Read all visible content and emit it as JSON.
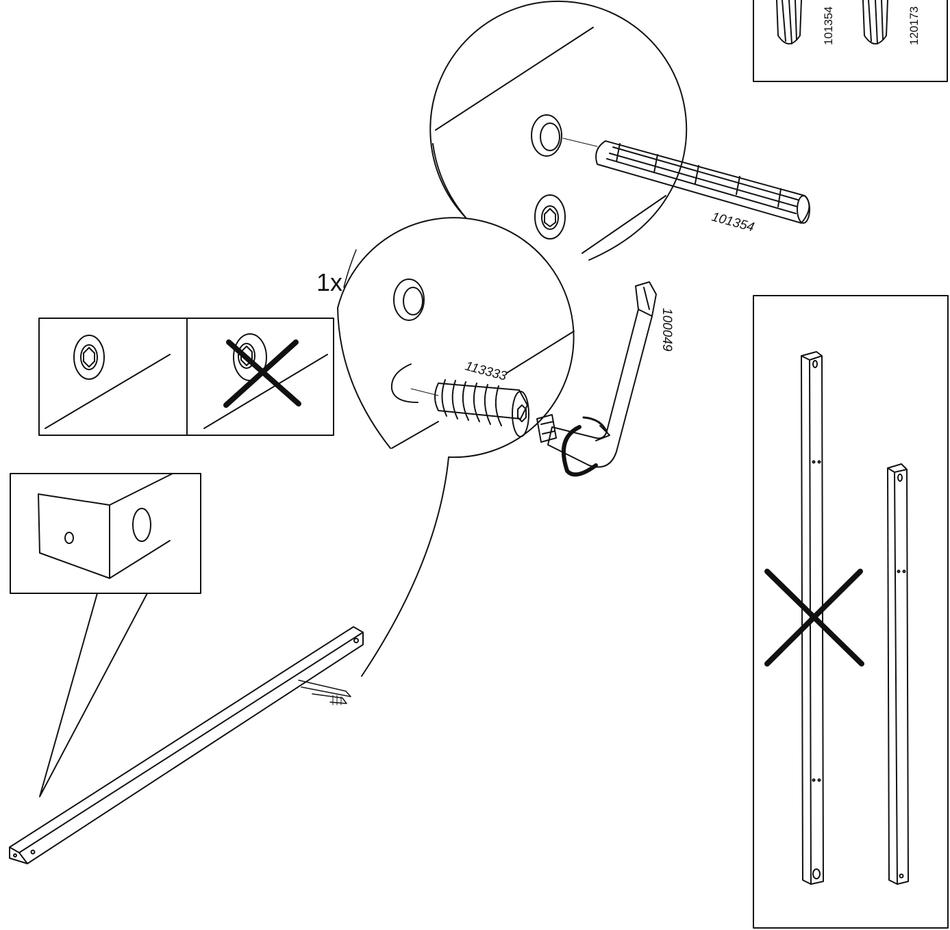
{
  "parts": {
    "pin_a": "101354",
    "pin_b": "120173",
    "pin_main": "101354",
    "cam_screw": "113333",
    "hex_key": "100049"
  },
  "quantity": "1x",
  "colors": {
    "ink": "#111111",
    "background": "#ffffff"
  }
}
